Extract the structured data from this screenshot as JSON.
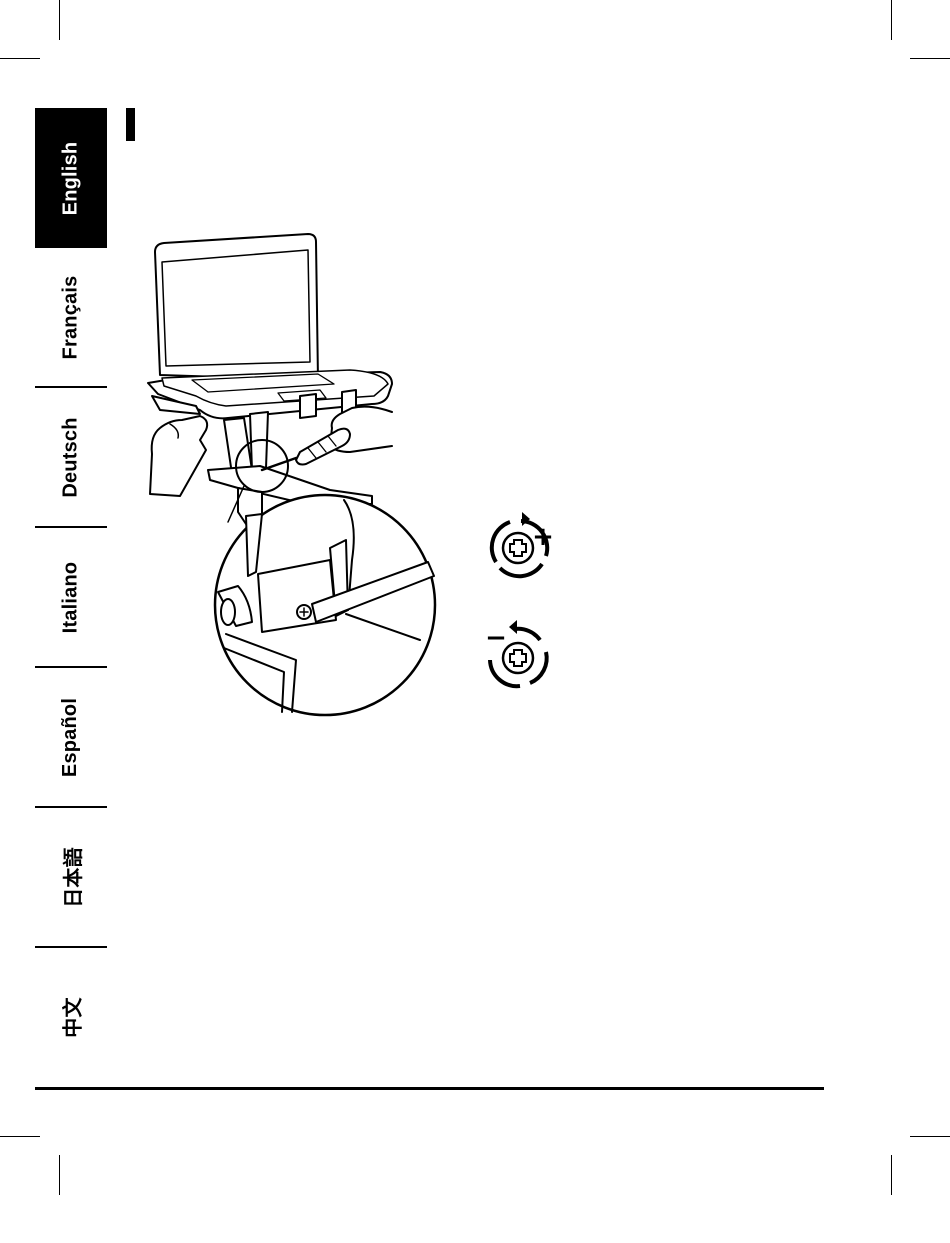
{
  "sidebar": {
    "languages": [
      {
        "label": "English",
        "active": true
      },
      {
        "label": "Français",
        "active": false
      },
      {
        "label": "Deutsch",
        "active": false
      },
      {
        "label": "Italiano",
        "active": false
      },
      {
        "label": "Español",
        "active": false
      },
      {
        "label": "日本語",
        "active": false
      },
      {
        "label": "中文",
        "active": false
      }
    ]
  },
  "icons": {
    "tighten": {
      "name": "tighten-screw-clockwise-icon",
      "sign": "+"
    },
    "loosen": {
      "name": "loosen-screw-counterclockwise-icon",
      "sign": "−"
    }
  },
  "illustration": {
    "name": "laptop-stand-screw-adjustment-illustration"
  },
  "colors": {
    "ink": "#000000",
    "paper": "#ffffff"
  }
}
